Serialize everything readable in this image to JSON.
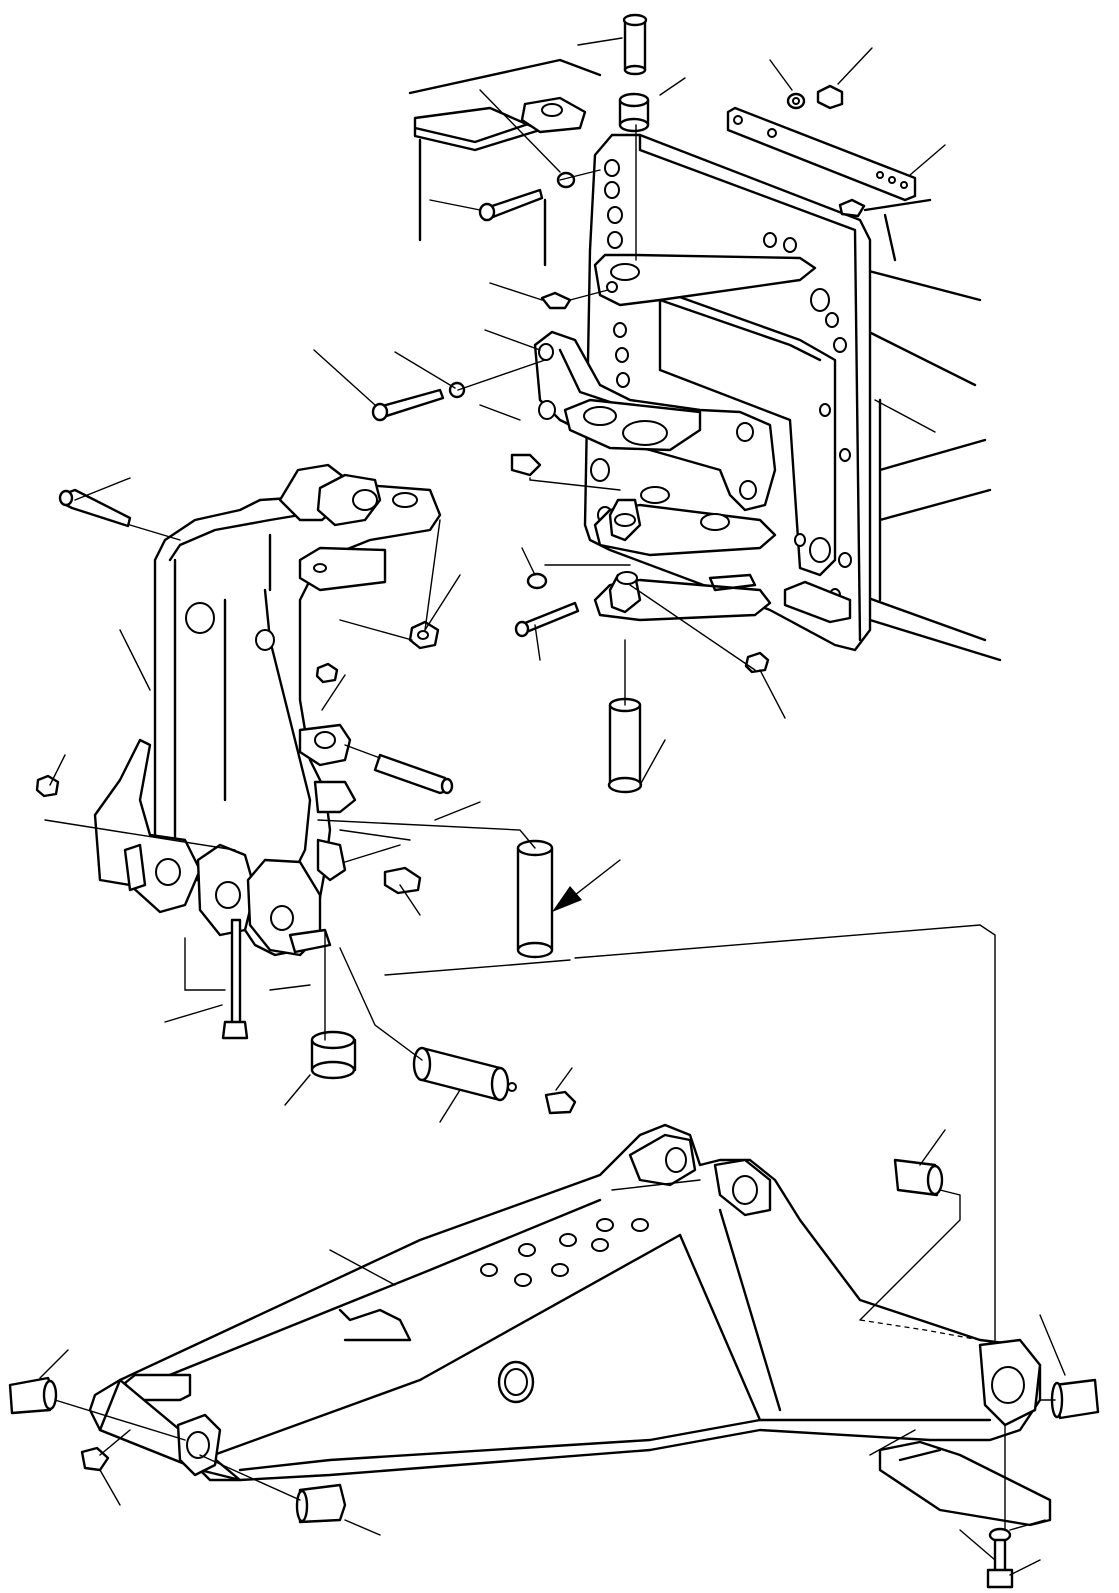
{
  "drawing": {
    "view": "exploded-assembly",
    "line_color": "#000000",
    "background": "#ffffff",
    "components": [
      {
        "name": "chassis-frame"
      },
      {
        "name": "swing-bracket-plate"
      },
      {
        "name": "swing-post"
      },
      {
        "name": "boom"
      },
      {
        "name": "kingpin"
      },
      {
        "name": "boom-pivot-pin"
      },
      {
        "name": "stabilizer-plate"
      },
      {
        "name": "grease-fittings"
      },
      {
        "name": "bushings"
      },
      {
        "name": "bolts-nuts-washers"
      }
    ]
  }
}
